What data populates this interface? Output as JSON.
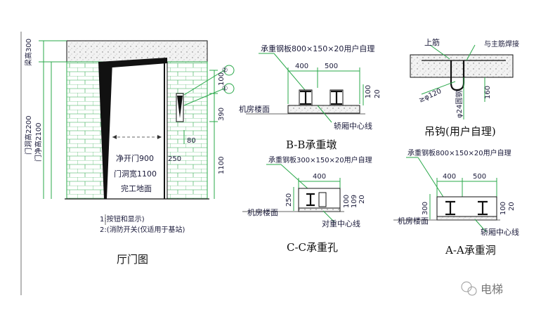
{
  "door": {
    "title": "厅门图",
    "dim_beam": "梁高300",
    "dim_opening": "门洞高2200",
    "dim_clear": "门净高2100",
    "clear_width": "净开门900",
    "opening_width": "门洞宽1100",
    "floor": "完工地面",
    "dim_100": "100",
    "dim_390": "390",
    "dim_1100": "1100",
    "dim_80": "80",
    "dim_250": "250",
    "callout_1": "①",
    "callout_2": "②",
    "note_1": "1:按钮和显示)",
    "note_2": "2:(消防开关(仅适用于基站)"
  },
  "bb": {
    "title": "B-B承重墩",
    "plate": "承重钢板800×150×20用户自理",
    "w1": "400",
    "w2": "500",
    "h1": "100",
    "h2": "20",
    "floor": "机房楼面",
    "center": "轿厢中心线"
  },
  "hook": {
    "title": "吊钩(用户自理)",
    "rebar": "上筋",
    "weld": "与主筋焊接",
    "dia": "≥φ120",
    "steel": "φ24圆钢",
    "len": "160"
  },
  "cc": {
    "title": "C-C承重孔",
    "plate": "承重钢板300×150×20用户自理",
    "w": "400",
    "h_left": "250",
    "h1": "100",
    "h2": "109",
    "h3": "20",
    "floor": "机房楼面",
    "center": "对重中心线"
  },
  "aa": {
    "title": "A-A承重洞",
    "plate": "承重钢板800×150×20用户自理",
    "w1": "400",
    "w2": "500",
    "h_left": "300",
    "h1": "100",
    "h2": "20",
    "floor": "机房楼面",
    "center": "轿厢中心线"
  },
  "watermark": {
    "text": "电梯"
  },
  "colors": {
    "line_green": "#2aa84a",
    "ink": "#111111",
    "concrete": "#eeeeee"
  }
}
